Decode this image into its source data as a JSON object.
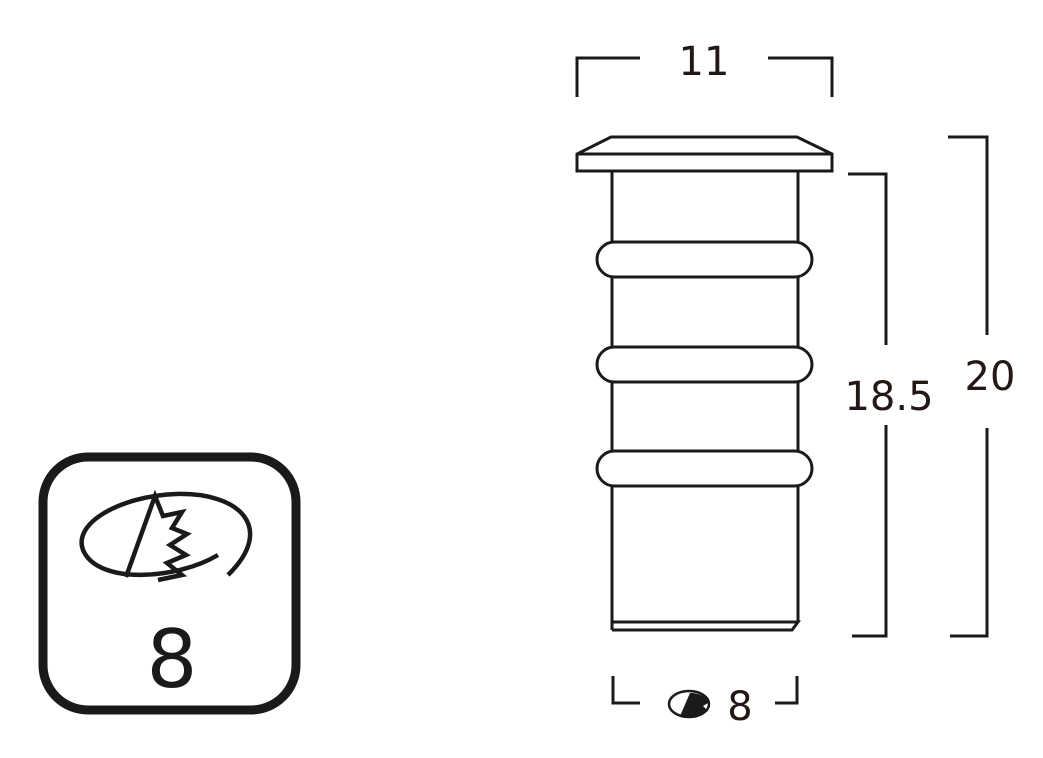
{
  "badge": {
    "icon": "drill-hole-icon",
    "value": "8"
  },
  "dimensions": {
    "top_width": "11",
    "body_length": "18.5",
    "total_length": "20",
    "drill_diameter": "8"
  },
  "colors": {
    "line": "#1a1a1a",
    "text": "#231815",
    "background": "#ffffff"
  }
}
